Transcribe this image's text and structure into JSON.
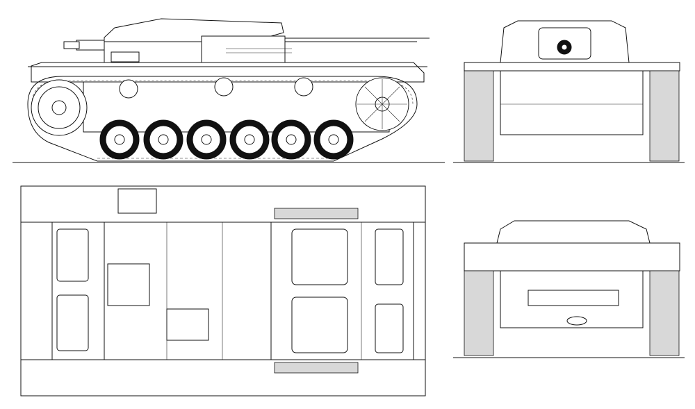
{
  "drawing": {
    "subject": "",
    "views": [
      {
        "id": "side",
        "name": ""
      },
      {
        "id": "top",
        "name": ""
      },
      {
        "id": "front",
        "name": ""
      },
      {
        "id": "rear",
        "name": ""
      }
    ],
    "colors": {
      "line": "#111111",
      "paper": "#ffffff",
      "shade": "#d8d8d8"
    }
  }
}
